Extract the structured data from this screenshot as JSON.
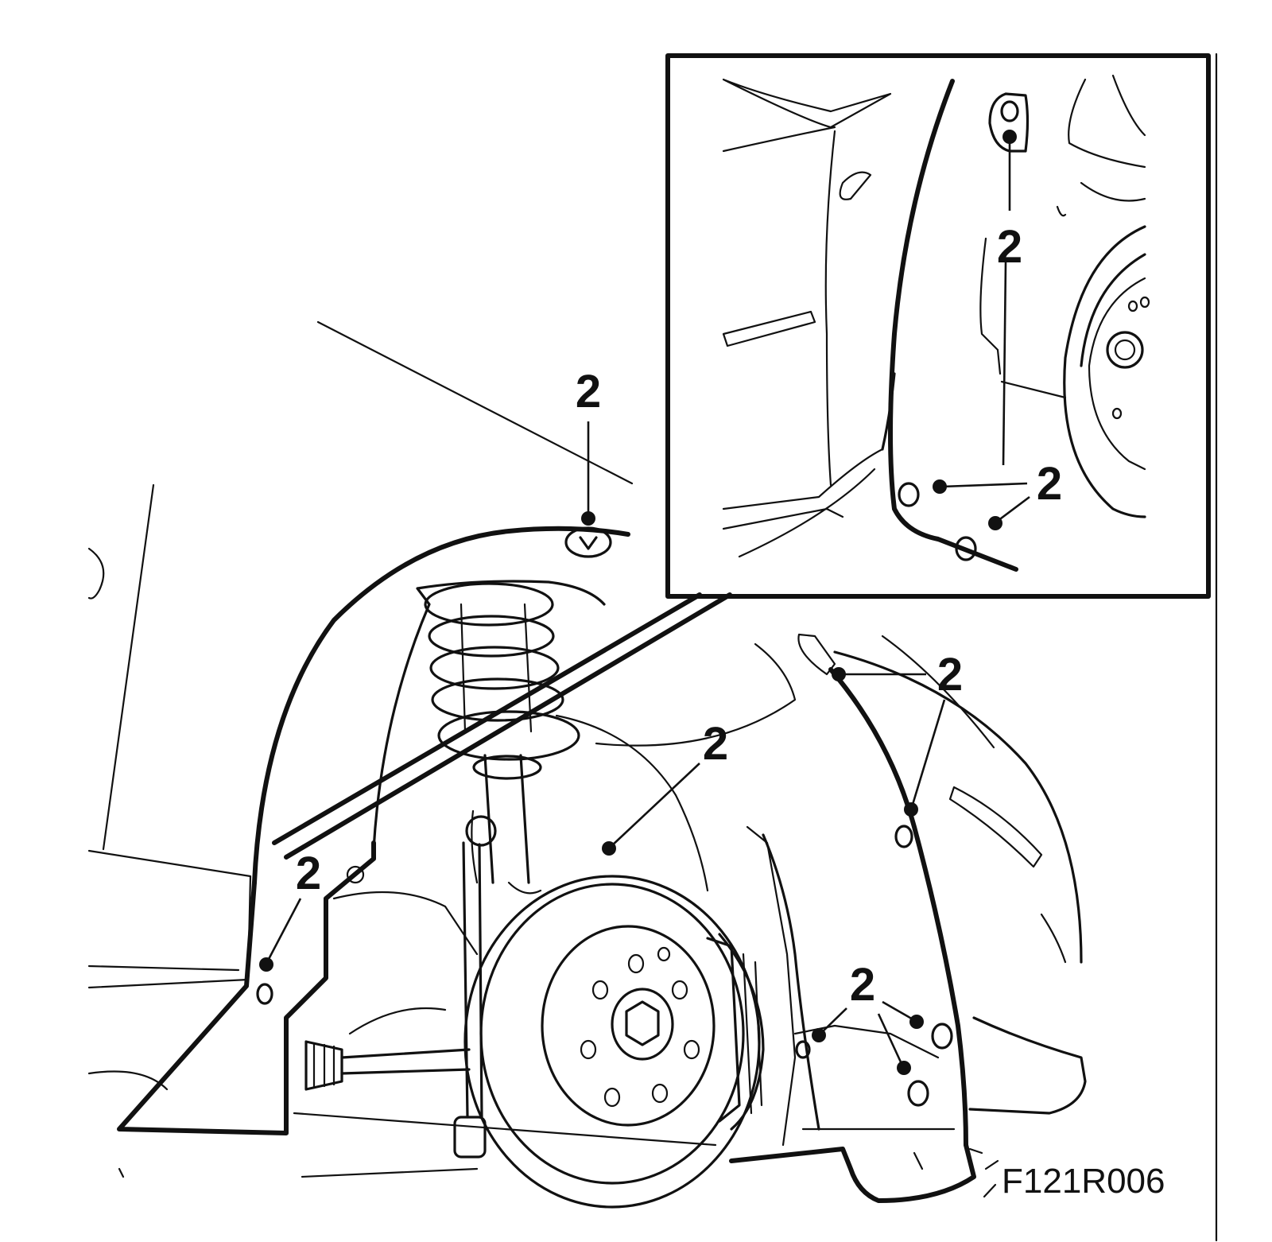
{
  "figure_code": "F121R006",
  "callout_label": "2",
  "callouts": [
    {
      "id": "top-center",
      "label": "2"
    },
    {
      "id": "strut-right",
      "label": "2"
    },
    {
      "id": "left-lower",
      "label": "2"
    },
    {
      "id": "arch-top-right",
      "label": "2"
    },
    {
      "id": "arch-bottom-right",
      "label": "2"
    },
    {
      "id": "inset-top",
      "label": "2"
    },
    {
      "id": "inset-bottom",
      "label": "2"
    }
  ]
}
